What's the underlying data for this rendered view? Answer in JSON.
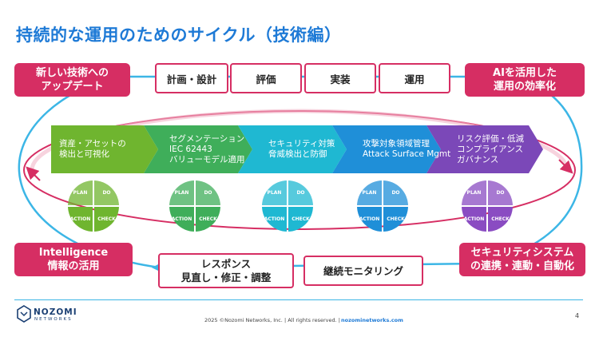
{
  "title": "持続的な運用のためのサイクル（技術編）",
  "callouts": {
    "top_left": [
      "新しい技術への",
      "アップデート"
    ],
    "top_right": [
      "AIを活用した",
      "運用の効率化"
    ],
    "bottom_left": [
      "Intelligence",
      "情報の活用"
    ],
    "bottom_right": [
      "セキュリティシステム",
      "の連携・連動・自動化"
    ]
  },
  "top_steps": [
    "計画・設計",
    "評価",
    "実装",
    "運用"
  ],
  "bottom_steps": {
    "response": [
      "レスポンス",
      "見直し・修正・調整"
    ],
    "monitoring": "継続モニタリング"
  },
  "chevrons": [
    {
      "lines": [
        "資産・アセットの",
        "検出と可視化"
      ],
      "color": "#6fb52f"
    },
    {
      "lines": [
        "セグメンテーション",
        "IEC 62443",
        "バリューモデル適用"
      ],
      "color": "#3fae5a"
    },
    {
      "lines": [
        "セキュリティ対策",
        "脅威検出と防御"
      ],
      "color": "#1fb8d2"
    },
    {
      "lines": [
        "攻撃対象領域管理",
        "Attack Surface Mgmt"
      ],
      "color": "#1f8fd8"
    },
    {
      "lines": [
        "リスク評価・低減",
        "コンプライアンス",
        "ガバナンス"
      ],
      "color": "#7b48b8"
    }
  ],
  "pdca_labels": {
    "plan": "PLAN",
    "do": "DO",
    "action": "ACTION",
    "check": "CHECK"
  },
  "pdca_colors": [
    "#6fb52f",
    "#3fae5a",
    "#1fb8d2",
    "#1f8fd8",
    "#8a4cc2"
  ],
  "footer": {
    "logo_text": "NOZOMI",
    "logo_sub": "NETWORKS",
    "copyright": "2025 ©Nozomi Networks, Inc.  |  All rights reserved.  |",
    "site": "nozominetworks.com",
    "page": "4"
  },
  "colors": {
    "accent_blue": "#1e7ad6",
    "callout_red": "#d62e63",
    "cycle_blue": "#3cb6e6"
  }
}
